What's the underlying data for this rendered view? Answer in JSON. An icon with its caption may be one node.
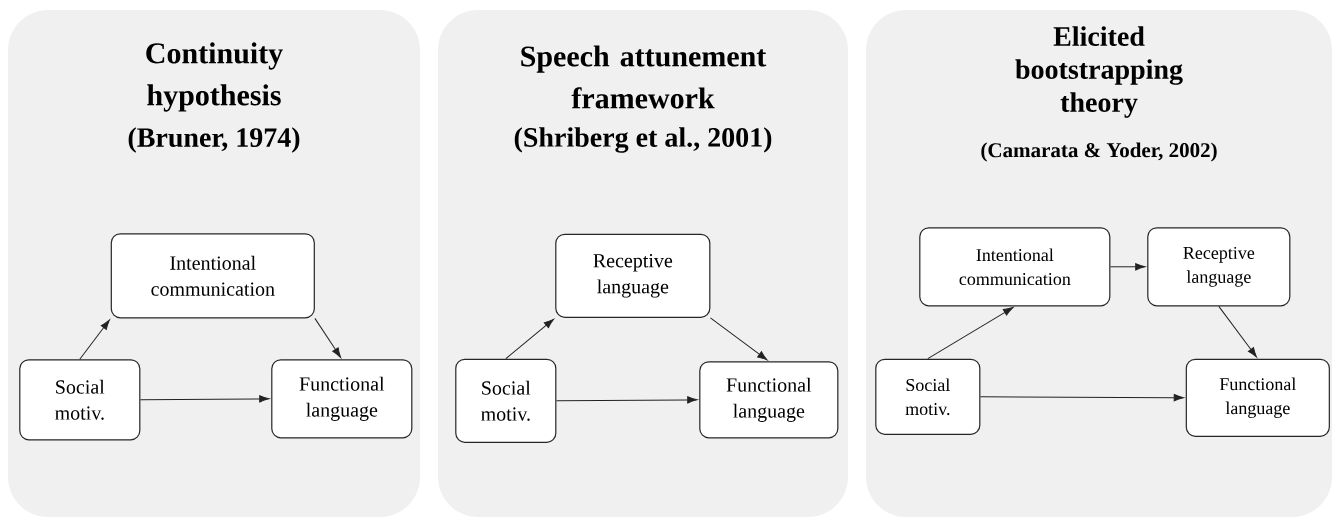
{
  "diagram": {
    "nodes": [
      {
        "text": [
          "Continuity hypothesis",
          "(Bruner, 1974)"
        ]
      },
      {
        "text": [
          "Intentional communication"
        ],
        "in": 0
      },
      {
        "text": [
          "Social motiv."
        ],
        "in": 0
      },
      {
        "text": [
          "Functional language"
        ],
        "in": 0
      },
      {
        "text": [
          "Speech attunement framework",
          "(Shriberg et al., 2001)"
        ]
      },
      {
        "text": [
          "Receptive language"
        ],
        "in": 4
      },
      {
        "text": [
          "Social motiv."
        ],
        "in": 4
      },
      {
        "text": [
          "Functional language"
        ],
        "in": 4
      },
      {
        "text": [
          "Elicited bootstrapping theory",
          "(Camarata & Yoder, 2002)"
        ]
      },
      {
        "text": [
          "Intentional communication"
        ],
        "in": 8
      },
      {
        "text": [
          "Receptive language"
        ],
        "in": 8
      },
      {
        "text": [
          "Social motiv."
        ],
        "in": 8
      },
      {
        "text": [
          "Functional language"
        ],
        "in": 8
      }
    ],
    "edges": [
      {
        "from": 2,
        "to": 1,
        "arrow": "to"
      },
      {
        "from": 1,
        "to": 3,
        "arrow": "to"
      },
      {
        "from": 2,
        "to": 3,
        "arrow": "to"
      },
      {
        "from": 6,
        "to": 5,
        "arrow": "to"
      },
      {
        "from": 5,
        "to": 7,
        "arrow": "to"
      },
      {
        "from": 6,
        "to": 7,
        "arrow": "to"
      },
      {
        "from": 11,
        "to": 9,
        "arrow": "to"
      },
      {
        "from": 9,
        "to": 10,
        "arrow": "to"
      },
      {
        "from": 10,
        "to": 12,
        "arrow": "to"
      },
      {
        "from": 11,
        "to": 12,
        "arrow": "to"
      }
    ]
  }
}
